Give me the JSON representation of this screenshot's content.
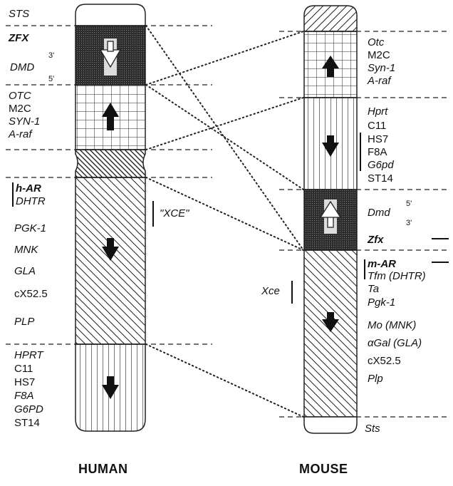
{
  "human": {
    "title": "HUMAN",
    "labels": {
      "sts": "STS",
      "zfx": "ZFX",
      "dmd": "DMD",
      "dmd_3": "3'",
      "dmd_5": "5'",
      "otc": "OTC",
      "m2c": "M2C",
      "syn1": "SYN-1",
      "araf": "A-raf",
      "har": "h-AR",
      "dhtr": "DHTR",
      "xce": "\"XCE\"",
      "pgk1": "PGK-1",
      "mnk": "MNK",
      "gla": "GLA",
      "cx": "cX52.5",
      "plp": "PLP",
      "hprt": "HPRT",
      "c11": "C11",
      "hs7": "HS7",
      "f8a": "F8A",
      "g6pd": "G6PD",
      "st14": "ST14"
    }
  },
  "mouse": {
    "title": "MOUSE",
    "labels": {
      "otc": "Otc",
      "m2c": "M2C",
      "syn1": "Syn-1",
      "araf": "A-raf",
      "hprt": "Hprt",
      "c11": "C11",
      "hs7": "HS7",
      "f8a": "F8A",
      "g6pd": "G6pd",
      "st14": "ST14",
      "dmd": "Dmd",
      "dmd_5": "5'",
      "dmd_3": "3'",
      "zfx": "Zfx",
      "mar": "m-AR",
      "tfm": "Tfm (DHTR)",
      "ta": "Ta",
      "pgk1": "Pgk-1",
      "mo": "Mo (MNK)",
      "agal": "αGal (GLA)",
      "cx": "cX52.5",
      "plp": "Plp",
      "xce": "Xce",
      "sts": "Sts"
    }
  }
}
